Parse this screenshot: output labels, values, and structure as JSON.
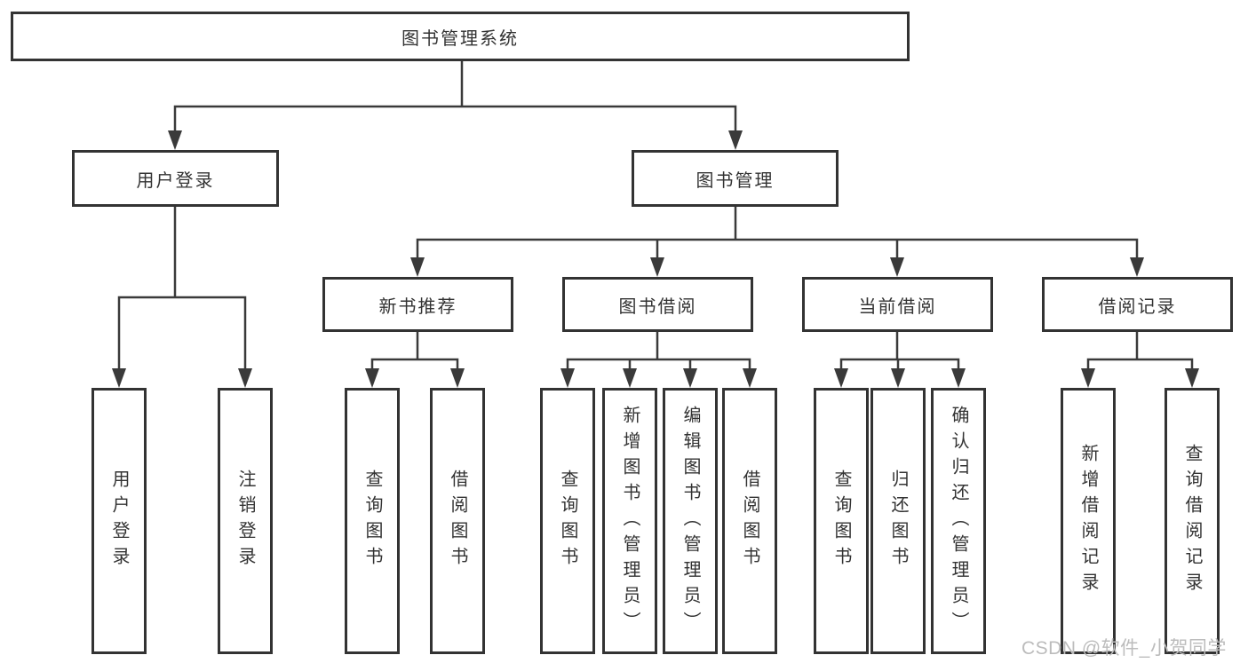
{
  "colors": {
    "line": "#3a3a3a",
    "box_border": "#333333",
    "box_fill": "#ffffff",
    "text": "#333333",
    "watermark": "#bcbcbc"
  },
  "root": {
    "label": "图书管理系统"
  },
  "level2": {
    "user_login": {
      "label": "用户登录"
    },
    "book_management": {
      "label": "图书管理"
    }
  },
  "level3": {
    "new_book_recommendation": {
      "label": "新书推荐"
    },
    "book_borrowing": {
      "label": "图书借阅"
    },
    "current_borrowing": {
      "label": "当前借阅"
    },
    "borrowing_records": {
      "label": "借阅记录"
    }
  },
  "leaves": {
    "user_login": [
      "用户登录",
      "注销登录"
    ],
    "new_book_recommendation": [
      "查询图书",
      "借阅图书"
    ],
    "book_borrowing": [
      "查询图书",
      "新增图书（管理员）",
      "编辑图书（管理员）",
      "借阅图书"
    ],
    "current_borrowing": [
      "查询图书",
      "归还图书",
      "确认归还（管理员）"
    ],
    "borrowing_records": [
      "新增借阅记录",
      "查询借阅记录"
    ]
  },
  "watermark": "CSDN @软件_小贺同学"
}
